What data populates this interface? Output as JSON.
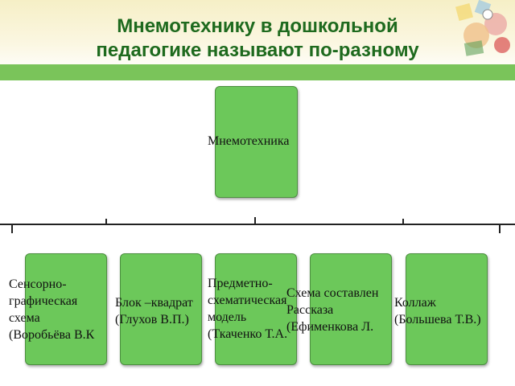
{
  "title": {
    "line1": "Мнемотехнику в дошкольной",
    "line2": "педагогике называют по-разному"
  },
  "root": {
    "label": "Мнемотехника"
  },
  "children": [
    {
      "label": "Сенсорно-\nграфическая\nсхема\n(Воробьёва В.К"
    },
    {
      "label": "Блок –квадрат\n(Глухов В.П.)"
    },
    {
      "label": "Предметно-\nсхематическая\nмодель\n(Ткаченко Т.А."
    },
    {
      "label": "Схема составлен\nРассказа\n(Ефименкова Л."
    },
    {
      "label": "Коллаж\n(Большева Т.В.)"
    }
  ],
  "colors": {
    "title": "#1e6a1e",
    "box_fill": "#6cc85a",
    "band": "#7ac45a"
  }
}
